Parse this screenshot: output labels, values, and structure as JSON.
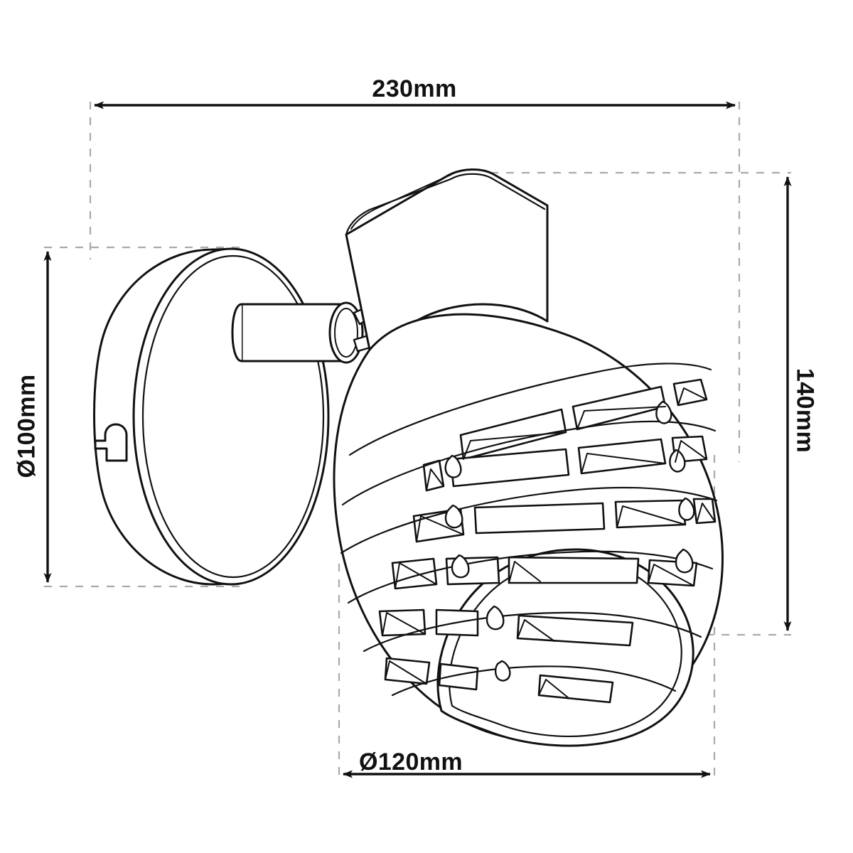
{
  "drawing": {
    "title": "Wall spotlight dimensioned technical drawing",
    "subject": "wall-mounted-spotlight",
    "background_color": "#ffffff",
    "line_color": "#111111",
    "guide_color": "#aaaaaa"
  },
  "dimensions": {
    "width": {
      "label": "230mm",
      "value": 230,
      "unit": "mm",
      "orientation": "horizontal",
      "position": "top"
    },
    "height": {
      "label": "140mm",
      "value": 140,
      "unit": "mm",
      "orientation": "vertical",
      "position": "right"
    },
    "backplate_diameter": {
      "label": "Ø100mm",
      "value": 100,
      "unit": "mm",
      "orientation": "vertical",
      "position": "left"
    },
    "shade_diameter": {
      "label": "Ø120mm",
      "value": 120,
      "unit": "mm",
      "orientation": "horizontal",
      "position": "bottom"
    }
  },
  "parts": {
    "backplate": "round-wall-plate",
    "arm": "horizontal-cylindrical-arm",
    "joint": "swivel-knuckle",
    "body": "tilted-cylinder-housing",
    "shade": "slotted-dome-shade"
  }
}
